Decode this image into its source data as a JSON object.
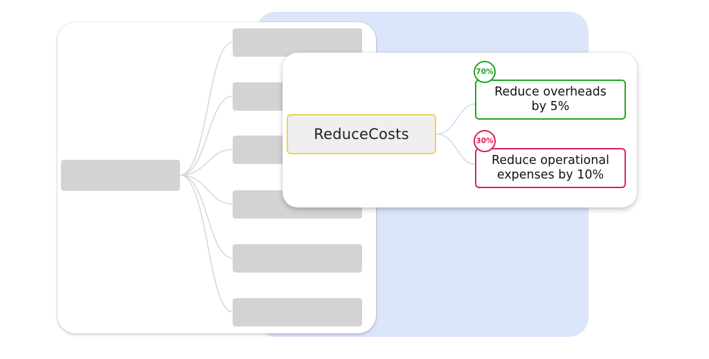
{
  "root": {
    "label": "ReduceCosts",
    "border_color": "#f3cf55"
  },
  "children": [
    {
      "label_line1": "Reduce overheads",
      "label_line2": "by 5%",
      "badge": "70%",
      "color": "#1fa51f"
    },
    {
      "label_line1": "Reduce operational",
      "label_line2": "expenses by 10%",
      "badge": "30%",
      "color": "#d92150"
    }
  ],
  "background_panel_color": "#dbe6fb",
  "placeholder_color": "#d3d3d3"
}
